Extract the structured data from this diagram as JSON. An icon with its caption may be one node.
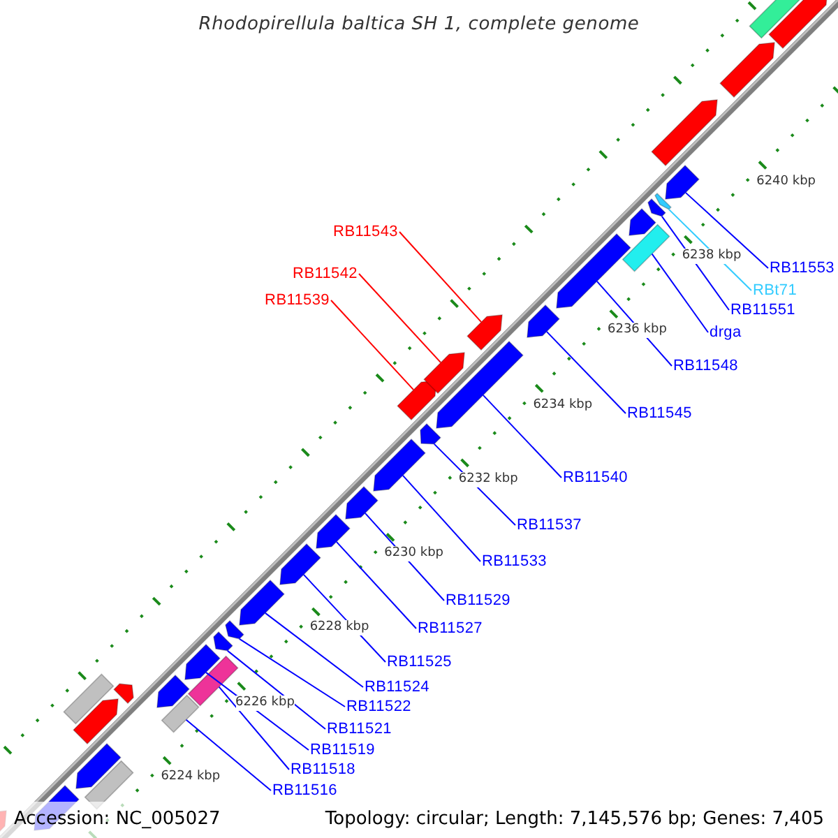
{
  "diagram": {
    "title": "Rhodopirellula baltica SH 1, complete genome",
    "nodes": [
      {
        "text": [
          "RB11543"
        ]
      },
      {
        "text": [
          "RB11553"
        ]
      },
      {
        "text": [
          "RB11542"
        ]
      },
      {
        "text": [
          "RBt71"
        ]
      },
      {
        "text": [
          "RB11539"
        ]
      },
      {
        "text": [
          "RB11551"
        ]
      },
      {
        "text": [
          "drga"
        ]
      },
      {
        "text": [
          "RB11548"
        ]
      },
      {
        "text": [
          "RB11545"
        ]
      },
      {
        "text": [
          "RB11540"
        ]
      },
      {
        "text": [
          "RB11537"
        ]
      },
      {
        "text": [
          "RB11533"
        ]
      },
      {
        "text": [
          "RB11529"
        ]
      },
      {
        "text": [
          "RB11527"
        ]
      },
      {
        "text": [
          "RB11525"
        ]
      },
      {
        "text": [
          "RB11524"
        ]
      },
      {
        "text": [
          "RB11522"
        ]
      },
      {
        "text": [
          "RB11521"
        ]
      },
      {
        "text": [
          "RB11519"
        ]
      },
      {
        "text": [
          "RB11518"
        ]
      },
      {
        "text": [
          "RB11516"
        ]
      },
      {
        "text": [],
        "shape": "pentagon"
      },
      {
        "text": [],
        "shape": "pentagon"
      },
      {
        "text": [],
        "shape": "pentagon"
      },
      {
        "text": [],
        "shape": "box"
      },
      {
        "text": [],
        "shape": "pentagon"
      },
      {
        "text": [],
        "shape": "box"
      },
      {
        "text": [],
        "shape": "pentagon"
      },
      {
        "text": [],
        "shape": "pentagon"
      },
      {
        "text": [],
        "shape": "box"
      },
      {
        "text": [],
        "shape": "box"
      },
      {
        "text": [],
        "shape": "pentagon"
      },
      {
        "text": [],
        "shape": "pentagon"
      },
      {
        "text": [],
        "shape": "pentagon"
      },
      {
        "text": [],
        "shape": "pentagon"
      },
      {
        "text": [],
        "shape": "pentagon"
      },
      {
        "text": [],
        "shape": "pentagon"
      },
      {
        "text": [],
        "shape": "pentagon"
      },
      {
        "text": [],
        "shape": "pentagon"
      },
      {
        "text": [],
        "shape": "pentagon"
      },
      {
        "text": [],
        "shape": "pentagon"
      },
      {
        "text": [],
        "shape": "pentagon"
      },
      {
        "text": [],
        "shape": "pentagon"
      },
      {
        "text": [],
        "shape": "pentagon"
      },
      {
        "text": [],
        "shape": "pentagon"
      },
      {
        "text": [],
        "shape": "pentagon"
      },
      {
        "text": [],
        "shape": "box"
      },
      {
        "text": [],
        "shape": "pentagon"
      },
      {
        "text": [],
        "shape": "pentagon"
      },
      {
        "text": [],
        "shape": "pentagon"
      },
      {
        "text": [],
        "shape": "pentagon"
      },
      {
        "text": [],
        "shape": "pentagon"
      },
      {
        "text": [],
        "shape": "pentagon"
      },
      {
        "text": [],
        "shape": "box"
      },
      {
        "text": [],
        "shape": "pentagon"
      }
    ],
    "edges": [
      {
        "from": 0,
        "to": 43,
        "arrow": "none",
        "color": "#ff0000"
      },
      {
        "from": 1,
        "to": 50,
        "arrow": "none"
      },
      {
        "from": 2,
        "to": 42,
        "arrow": "none",
        "color": "#ff0000"
      },
      {
        "from": 3,
        "to": 49,
        "arrow": "none",
        "color": "#33ccff"
      },
      {
        "from": 4,
        "to": 40,
        "arrow": "none",
        "color": "#ff0000"
      },
      {
        "from": 5,
        "to": 48,
        "arrow": "none"
      },
      {
        "from": 6,
        "to": 46,
        "arrow": "none"
      },
      {
        "from": 7,
        "to": 45,
        "arrow": "none"
      },
      {
        "from": 8,
        "to": 44,
        "arrow": "none"
      },
      {
        "from": 9,
        "to": 41,
        "arrow": "none"
      },
      {
        "from": 10,
        "to": 39,
        "arrow": "none"
      },
      {
        "from": 11,
        "to": 38,
        "arrow": "none"
      },
      {
        "from": 12,
        "to": 37,
        "arrow": "none"
      },
      {
        "from": 13,
        "to": 36,
        "arrow": "none"
      },
      {
        "from": 14,
        "to": 35,
        "arrow": "none"
      },
      {
        "from": 15,
        "to": 34,
        "arrow": "none"
      },
      {
        "from": 16,
        "to": 33,
        "arrow": "none"
      },
      {
        "from": 17,
        "to": 32,
        "arrow": "none"
      },
      {
        "from": 18,
        "to": 31,
        "arrow": "none"
      },
      {
        "from": 19,
        "to": 30,
        "arrow": "none"
      },
      {
        "from": 20,
        "to": 29,
        "arrow": "none"
      }
    ],
    "labels": [
      "6240 kbp",
      "6238 kbp",
      "6236 kbp",
      "6234 kbp",
      "6232 kbp",
      "6230 kbp",
      "6228 kbp",
      "6226 kbp",
      "6224 kbp",
      "Accession: NC_005027",
      "Topology: circular; Length: 7,145,576 bp; Genes: 7,405"
    ]
  }
}
